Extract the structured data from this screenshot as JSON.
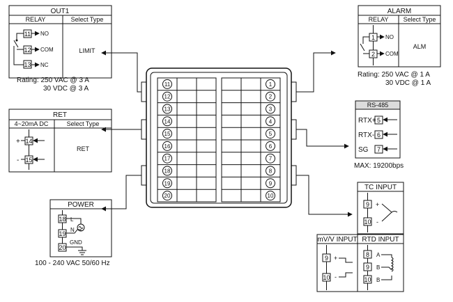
{
  "terminals_left": [
    "11",
    "12",
    "13",
    "14",
    "15",
    "16",
    "17",
    "18",
    "19",
    "20"
  ],
  "terminals_right": [
    "1",
    "2",
    "3",
    "4",
    "5",
    "6",
    "7",
    "8",
    "9",
    "10"
  ],
  "out1": {
    "title": "OUT1",
    "col_type": "RELAY",
    "col_select": "Select Type",
    "value": "LIMIT",
    "pins": [
      {
        "n": "11",
        "label": "NO"
      },
      {
        "n": "12",
        "label": "COM"
      },
      {
        "n": "13",
        "label": "NC"
      }
    ],
    "rating_1": "Rating: 250 VAC @ 3 A",
    "rating_2": "30 VDC @ 3 A"
  },
  "alarm": {
    "title": "ALARM",
    "col_type": "RELAY",
    "col_select": "Select Type",
    "value": "ALM",
    "pins": [
      {
        "n": "1",
        "label": "NO"
      },
      {
        "n": "2",
        "label": "COM"
      }
    ],
    "rating_1": "Rating: 250 VAC @ 1 A",
    "rating_2": "30 VDC @ 1 A"
  },
  "ret": {
    "title": "RET",
    "col_type": "4~20mA DC",
    "col_select": "Select Type",
    "value": "RET",
    "pins": [
      {
        "n": "14",
        "sign": "+"
      },
      {
        "n": "15",
        "sign": "-"
      }
    ]
  },
  "rs485": {
    "title": "RS-485",
    "pins": [
      {
        "n": "5",
        "label": "RTX+"
      },
      {
        "n": "6",
        "label": "RTX-"
      },
      {
        "n": "7",
        "label": "SG"
      }
    ],
    "note": "MAX: 19200bps"
  },
  "power": {
    "title": "POWER",
    "pins": [
      {
        "n": "18",
        "label": "L"
      },
      {
        "n": "19",
        "label": "N"
      },
      {
        "n": "20",
        "label": "GND"
      }
    ],
    "note": "100 - 240 VAC 50/60 Hz"
  },
  "tc_input": {
    "title": "TC INPUT",
    "pins": [
      {
        "n": "9",
        "sign": "+"
      },
      {
        "n": "10",
        "sign": "-"
      }
    ]
  },
  "mv_input": {
    "title": "mV/V INPUT",
    "pins": [
      {
        "n": "9",
        "sign": "+"
      },
      {
        "n": "10",
        "sign": "-"
      }
    ]
  },
  "rtd_input": {
    "title": "RTD INPUT",
    "pins": [
      {
        "n": "8",
        "label": "A"
      },
      {
        "n": "9",
        "label": "B"
      },
      {
        "n": "10",
        "label": "B"
      }
    ]
  }
}
